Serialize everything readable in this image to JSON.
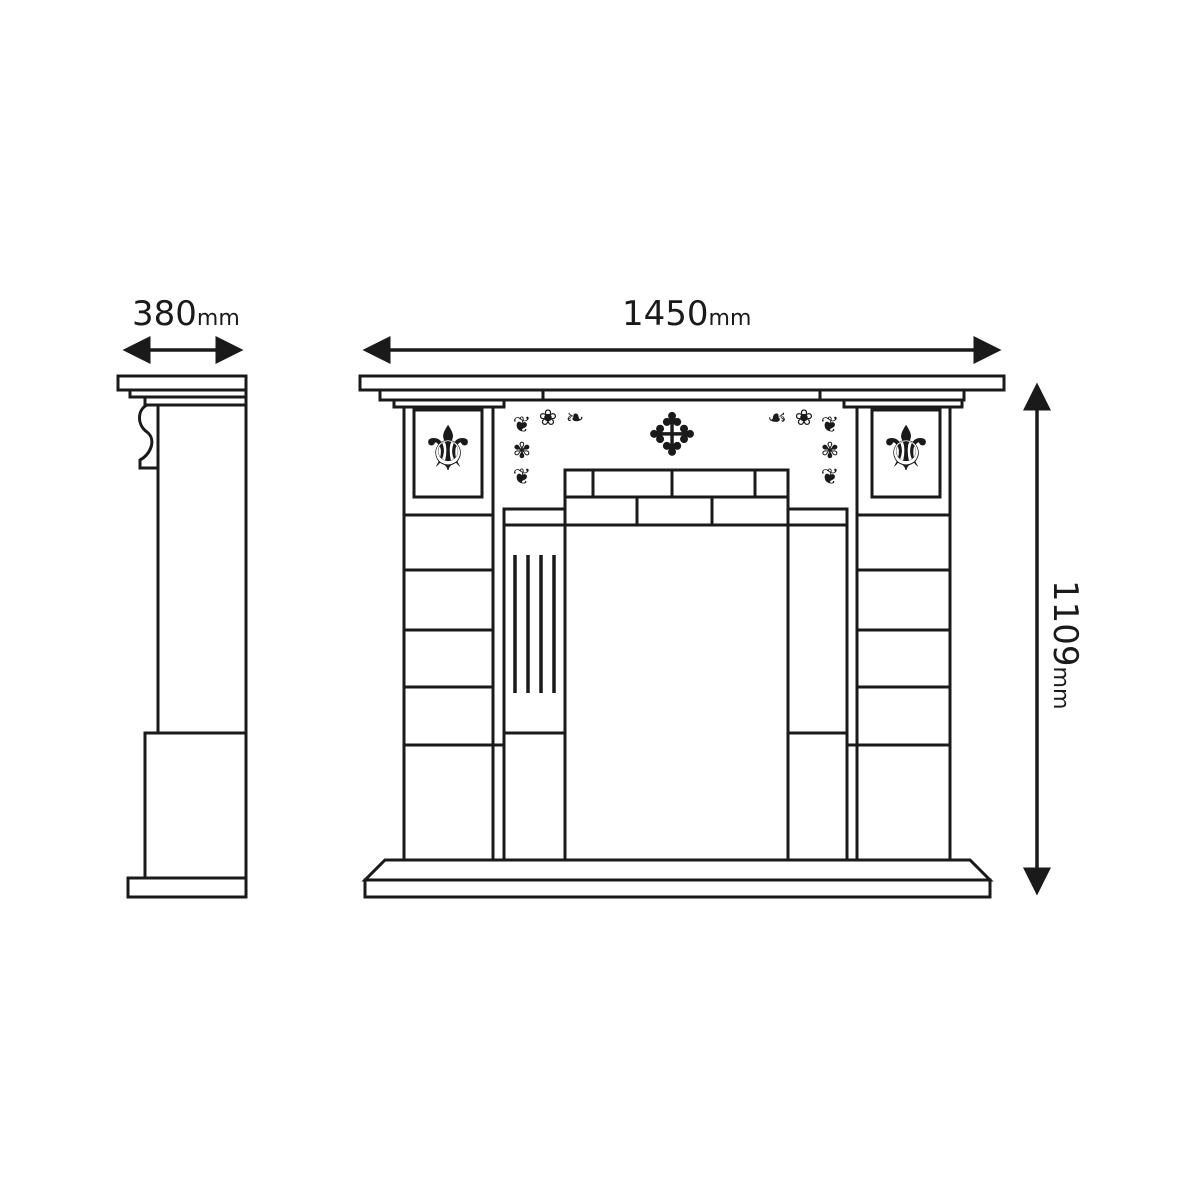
{
  "title": "Fireplace surround dimension drawing",
  "dimensions": {
    "depth": {
      "value": "380",
      "unit": "mm"
    },
    "width": {
      "value": "1450",
      "unit": "mm"
    },
    "height": {
      "value": "1109",
      "unit": "mm"
    }
  },
  "colors": {
    "line": "#1a1a1a",
    "background": "#ffffff"
  },
  "icons": {
    "panel_ornament": "fleur-de-lis-icon",
    "center_ornament": "cross-ornament-icon",
    "corner_ornament": "scroll-corner-icon"
  }
}
